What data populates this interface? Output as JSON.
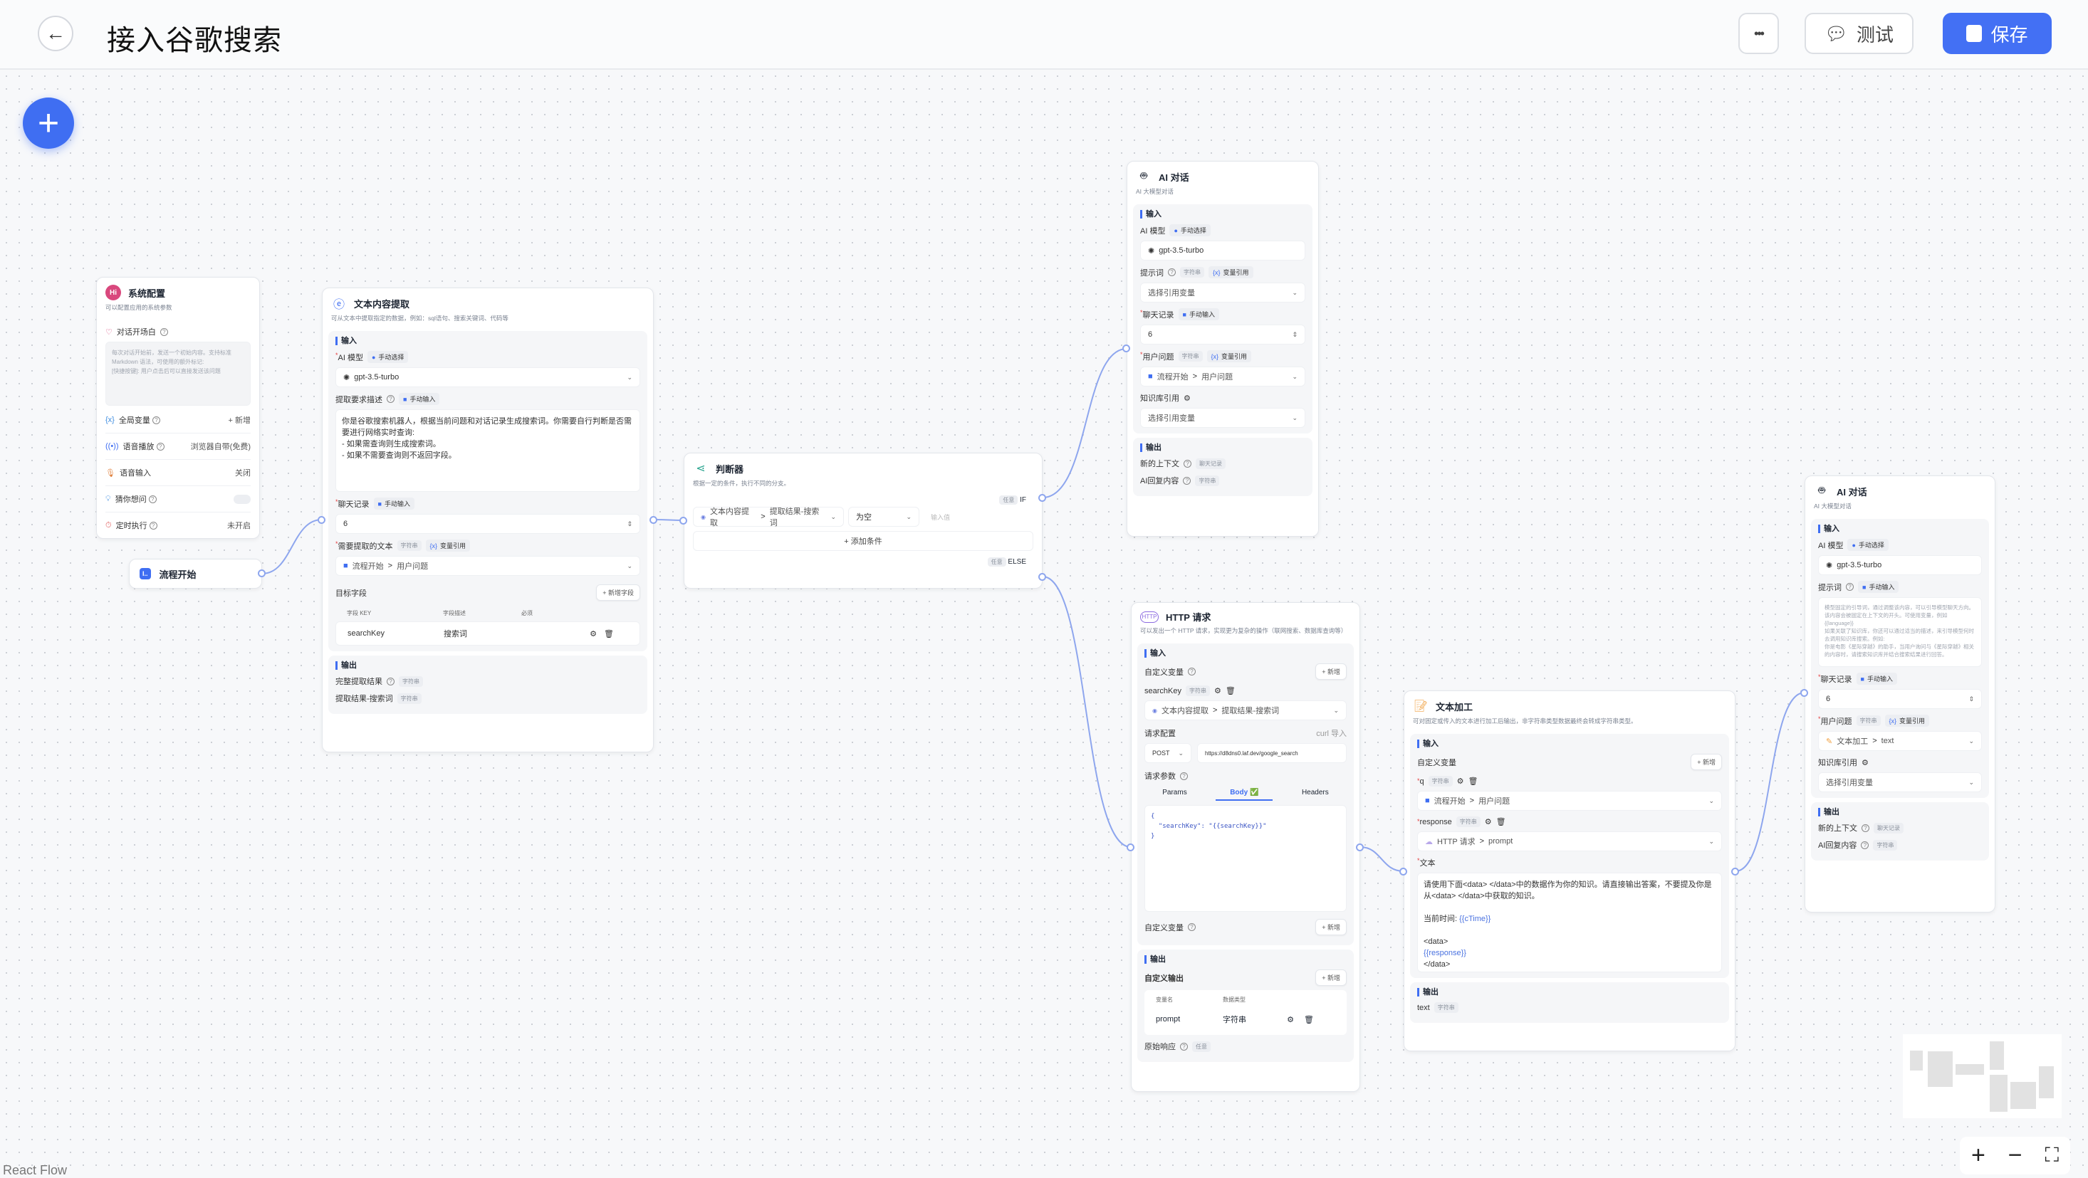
{
  "header": {
    "title": "接入谷歌搜索",
    "back_icon": "arrow-left-icon",
    "more_label": "•••",
    "test_label": "测试",
    "save_label": "保存",
    "accent": "#4370f4"
  },
  "canvas": {
    "add_label": "+",
    "watermark": "React Flow",
    "zoom_in": "+",
    "zoom_out": "−",
    "fit": "⛶"
  },
  "common": {
    "input": "输入",
    "output": "输出",
    "string": "字符串",
    "any": "任意",
    "manual_select": "手动选择",
    "manual_input": "手动输入",
    "var_ref": "变量引用",
    "add": "+ 新增",
    "select_var": "选择引用变量",
    "sep": ">"
  },
  "sys": {
    "title": "系统配置",
    "desc": "可以配置应用的系统参数",
    "welcome_label": "对话开场白",
    "welcome_placeholder": "每次对话开始前，发送一个初始内容。支持标准 Markdown 语法，可使用的额外标记:\n[快捷按键]: 用户点击后可以直接发送该问题",
    "global_var": "全局变量",
    "global_var_action": "+ 新增",
    "tts": "语音播放",
    "tts_value": "浏览器自带(免费)",
    "voice_input": "语音输入",
    "voice_input_value": "关闭",
    "guess": "猜你想问",
    "guess_enabled": false,
    "schedule": "定时执行",
    "schedule_value": "未开启"
  },
  "start": {
    "title": "流程开始"
  },
  "extract": {
    "title": "文本内容提取",
    "desc": "可从文本中提取指定的数据，例如：sql语句、搜索关键词、代码等",
    "model_label": "AI 模型",
    "model": "gpt-3.5-turbo",
    "desc_label": "提取要求描述",
    "prompt": "你是谷歌搜索机器人，根据当前问题和对话记录生成搜索词。你需要自行判断是否需要进行网络实时查询:\n- 如果需查询则生成搜索词。\n- 如果不需要查询则不返回字段。",
    "history_label": "聊天记录",
    "history": "6",
    "text_label": "需要提取的文本",
    "text_src": "流程开始",
    "text_var": "用户问题",
    "target_label": "目标字段",
    "add_field": "+ 新增字段",
    "cols": [
      "字段 KEY",
      "字段描述",
      "必须"
    ],
    "fields": [
      {
        "key": "searchKey",
        "desc": "搜索词"
      }
    ],
    "out1": "完整提取结果",
    "out2": "提取结果-搜索词"
  },
  "judge": {
    "title": "判断器",
    "desc": "根据一定的条件，执行不同的分支。",
    "if": "IF",
    "else": "ELSE",
    "cond_src": "文本内容提取",
    "cond_var": "提取结果-搜索词",
    "op": "为空",
    "value_placeholder": "输入值",
    "add_cond": "+ 添加条件"
  },
  "ai1": {
    "title": "AI 对话",
    "desc": "AI 大模型对话",
    "model_label": "AI 模型",
    "model": "gpt-3.5-turbo",
    "prompt_label": "提示词",
    "history_label": "聊天记录",
    "history": "6",
    "question_label": "用户问题",
    "question_src": "流程开始",
    "question_var": "用户问题",
    "kb_label": "知识库引用",
    "out1": "新的上下文",
    "out1_type": "聊天记录",
    "out2": "AI回复内容"
  },
  "http": {
    "title": "HTTP 请求",
    "desc": "可以发出一个 HTTP 请求，实现更为复杂的操作（联网搜索、数据库查询等）",
    "custom_var": "自定义变量",
    "var_name": "searchKey",
    "var_src": "文本内容提取",
    "var_ref": "提取结果-搜索词",
    "req_cfg": "请求配置",
    "curl": "curl 导入",
    "method": "POST",
    "url": "https://d8dns0.laf.dev/google_search",
    "params_label": "请求参数",
    "tabs": [
      "Params",
      "Body ✅",
      "Headers"
    ],
    "active_tab": 1,
    "body": "{\n  \"searchKey\": \"{{searchKey}}\"\n}",
    "custom_var2": "自定义变量",
    "custom_out": "自定义输出",
    "out_cols": [
      "变量名",
      "数据类型"
    ],
    "outputs": [
      {
        "name": "prompt",
        "type": "字符串"
      }
    ],
    "raw": "原始响应"
  },
  "textproc": {
    "title": "文本加工",
    "desc": "可对固定或传入的文本进行加工后输出，非字符串类型数据最终会转成字符串类型。",
    "custom_var": "自定义变量",
    "vars": [
      {
        "name": "q",
        "src": "流程开始",
        "ref": "用户问题"
      },
      {
        "name": "response",
        "src": "HTTP 请求",
        "ref": "prompt"
      }
    ],
    "text_label": "文本",
    "text_l1": "请使用下面<data> </data>中的数据作为你的知识。请直接输出答案，不要提及你是从<data> </data>中获取的知识。",
    "text_l2": "当前时间: ",
    "text_v1": "{{cTime}}",
    "text_l3": "<data>",
    "text_v2": "{{response}}",
    "text_l4": "</data>",
    "out": "text"
  },
  "ai2": {
    "title": "AI 对话",
    "desc": "AI 大模型对话",
    "model_label": "AI 模型",
    "model": "gpt-3.5-turbo",
    "prompt_label": "提示词",
    "prompt_placeholder": "模型固定的引导词，通过调整该内容，可以引导模型聊天方向。该内容会被固定在上下文的开头。可使用变量，例如 {{language}}\n如果关联了知识库，你还可以通过适当的描述，来引导模型何时去调用知识库搜索。例如:\n你是电影《星际穿越》的助手，当用户询问与《星际穿越》相关的内容时，请搜索知识库并结合搜索结果进行回答。",
    "history_label": "聊天记录",
    "history": "6",
    "question_label": "用户问题",
    "question_src": "文本加工",
    "question_var": "text",
    "kb_label": "知识库引用",
    "out1": "新的上下文",
    "out1_type": "聊天记录",
    "out2": "AI回复内容"
  }
}
